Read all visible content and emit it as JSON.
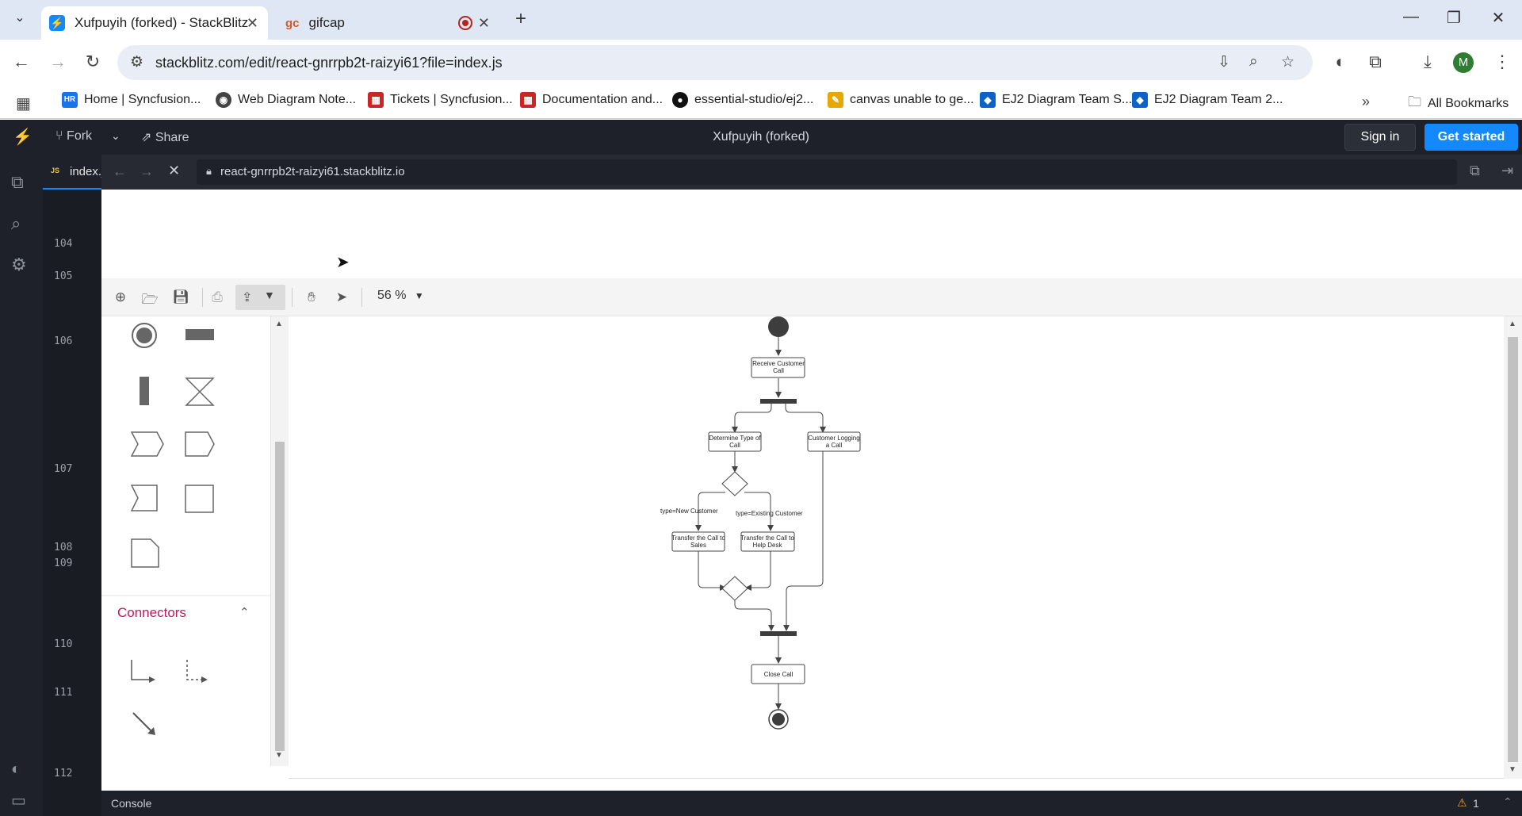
{
  "browser": {
    "tabs": [
      {
        "title": "Xufpuyih (forked) - StackBlitz",
        "icon": "stackblitz-icon",
        "active": true
      },
      {
        "title": "gifcap",
        "icon": "gifcap-icon",
        "active": false
      }
    ],
    "url": "stackblitz.com/edit/react-gnrrpb2t-raizyi61?file=index.js",
    "profile_initial": "M",
    "bookmarks": [
      {
        "label": "Home | Syncfusion...",
        "icon_text": "HR",
        "color": "#1a73e8"
      },
      {
        "label": "Web Diagram Note...",
        "icon_text": "◉",
        "color": "#444"
      },
      {
        "label": "Tickets | Syncfusion...",
        "icon_text": "▦",
        "color": "#c62828"
      },
      {
        "label": "Documentation and...",
        "icon_text": "▦",
        "color": "#c62828"
      },
      {
        "label": "essential-studio/ej2...",
        "icon_text": "●",
        "color": "#111"
      },
      {
        "label": "canvas unable to ge...",
        "icon_text": "✎",
        "color": "#e6a700"
      },
      {
        "label": "EJ2 Diagram Team S...",
        "icon_text": "◆",
        "color": "#0b63c5"
      },
      {
        "label": "EJ2 Diagram Team 2...",
        "icon_text": "◆",
        "color": "#0b63c5"
      }
    ],
    "all_bookmarks": "All Bookmarks"
  },
  "stackblitz": {
    "fork_label": "Fork",
    "share_label": "Share",
    "project_title": "Xufpuyih (forked)",
    "signin_label": "Sign in",
    "get_started_label": "Get started",
    "file_tab": "index.j",
    "file_badge": "JS",
    "preview_url": "react-gnrrpb2t-raizyi61.stackblitz.io",
    "line_numbers": [
      "104",
      "105",
      "106",
      "107",
      "108",
      "109",
      "110",
      "111",
      "112"
    ],
    "console_label": "Console",
    "warning_count": "1"
  },
  "diagram_toolbar": {
    "zoom": "56 %"
  },
  "palette": {
    "connectors_header": "Connectors"
  },
  "diagram": {
    "nodes": {
      "receive": [
        "Receive Customer",
        "Call"
      ],
      "determine": [
        "Determine Type of",
        "Call"
      ],
      "logging": [
        "Customer Logging",
        "a Call"
      ],
      "sales": [
        "Transfer the Call to",
        "Sales"
      ],
      "helpdesk": [
        "Transfer the Call to",
        "Help Desk"
      ],
      "close": [
        "Close Call"
      ]
    },
    "labels": {
      "new_customer": "type=New Customer",
      "existing_customer": "type=Existing Customer"
    }
  }
}
